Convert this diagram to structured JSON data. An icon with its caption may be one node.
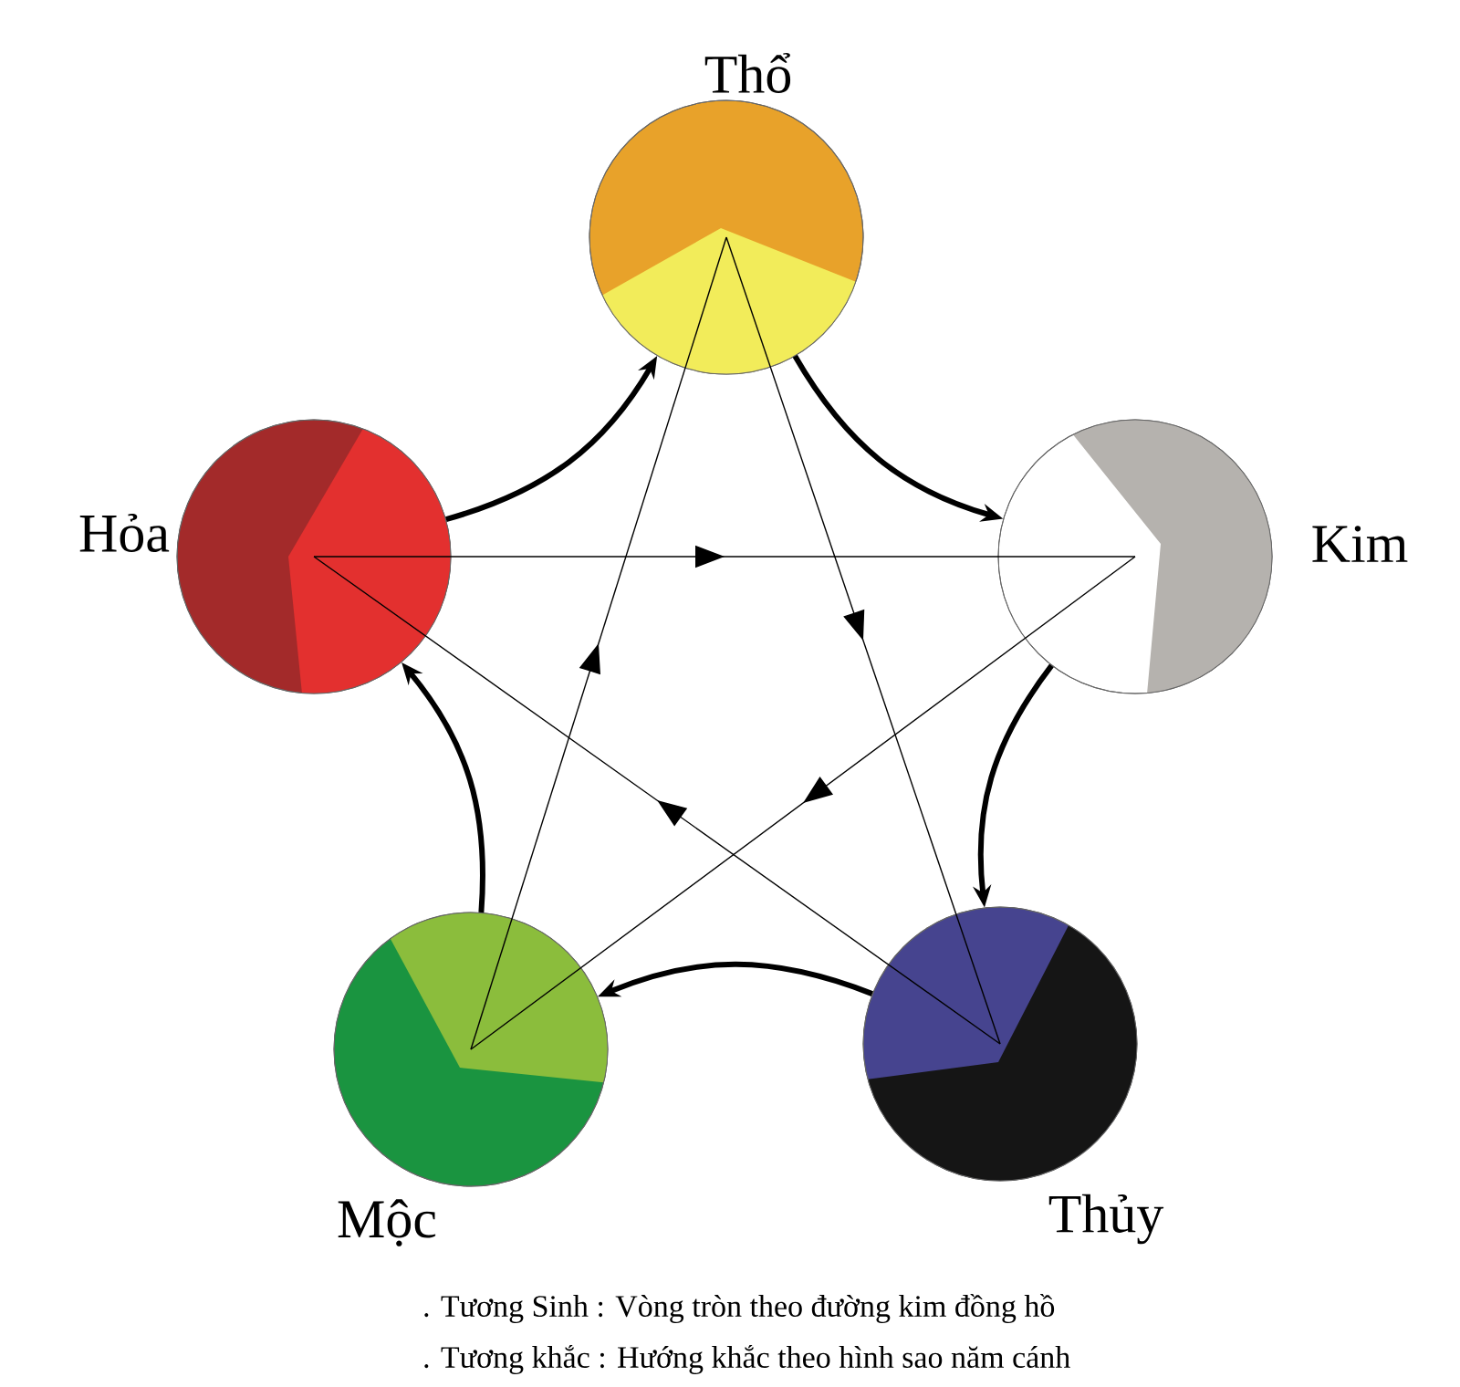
{
  "diagram": {
    "nodes": [
      {
        "text": [
          "Thổ"
        ]
      },
      {
        "text": [
          "Hỏa"
        ]
      },
      {
        "text": [
          "Kim"
        ]
      },
      {
        "text": [
          "Mộc"
        ]
      },
      {
        "text": [
          "Thủy"
        ]
      }
    ],
    "edges": [
      {
        "from": 1,
        "to": 0,
        "arrow": "to",
        "style": "thick"
      },
      {
        "from": 0,
        "to": 2,
        "arrow": "to",
        "style": "thick"
      },
      {
        "from": 2,
        "to": 4,
        "arrow": "to",
        "style": "thick"
      },
      {
        "from": 4,
        "to": 3,
        "arrow": "to",
        "style": "thick"
      },
      {
        "from": 3,
        "to": 1,
        "arrow": "to",
        "style": "thick"
      },
      {
        "from": 1,
        "to": 2,
        "arrow": "to"
      },
      {
        "from": 2,
        "to": 3,
        "arrow": "to"
      },
      {
        "from": 3,
        "to": 0,
        "arrow": "to"
      },
      {
        "from": 0,
        "to": 4,
        "arrow": "to"
      },
      {
        "from": 4,
        "to": 1,
        "arrow": "to"
      }
    ],
    "labels": [
      ". Tương Sinh : Vòng tròn theo đường kim đồng hồ",
      ". Tương khắc : Hướng khắc theo hình sao năm cánh"
    ]
  }
}
